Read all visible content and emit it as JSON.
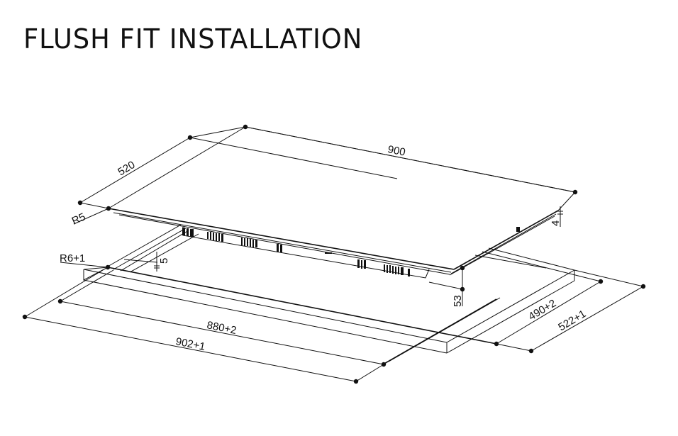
{
  "title": "FLUSH FIT INSTALLATION",
  "colors": {
    "line": "#111111",
    "background": "#ffffff"
  },
  "dimensions": {
    "hob_width": "900",
    "hob_depth": "520",
    "corner_radius_hob": "R5",
    "glass_thickness": "4",
    "recess_depth": "5",
    "corner_radius_cutout": "R6+1",
    "unit_height": "53",
    "cutout_inner_width": "880+2",
    "cutout_outer_width": "902+1",
    "cutout_inner_depth": "490+2",
    "cutout_outer_depth": "522+1"
  }
}
